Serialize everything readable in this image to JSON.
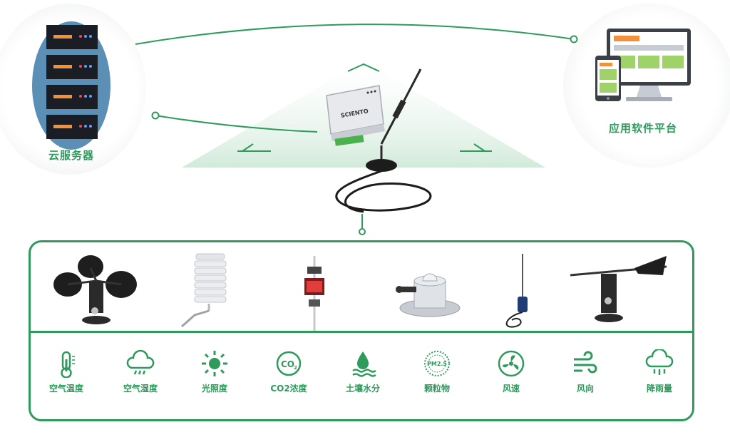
{
  "nodes": {
    "cloud_server": {
      "label": "云服务器"
    },
    "app_platform": {
      "label": "应用软件平台"
    },
    "gateway": {
      "brand": "SCIENTO"
    }
  },
  "sensors": [
    {
      "label": "空气温度",
      "icon": "thermometer-icon"
    },
    {
      "label": "空气湿度",
      "icon": "humidity-cloud-icon"
    },
    {
      "label": "光照度",
      "icon": "sun-icon"
    },
    {
      "label": "CO2浓度",
      "icon": "co2-icon",
      "icon_text": "CO",
      "icon_sub": "2"
    },
    {
      "label": "土壤水分",
      "icon": "soil-moisture-icon"
    },
    {
      "label": "颗粒物",
      "icon": "particulate-icon",
      "icon_text": "PM2.5"
    },
    {
      "label": "风速",
      "icon": "fan-icon"
    },
    {
      "label": "风向",
      "icon": "wind-icon"
    },
    {
      "label": "降雨量",
      "icon": "rain-cloud-icon"
    }
  ],
  "devices": [
    {
      "name": "anemometer"
    },
    {
      "name": "radiation-shield"
    },
    {
      "name": "weather-station-pole"
    },
    {
      "name": "light-sensor"
    },
    {
      "name": "antenna-probe"
    },
    {
      "name": "wind-vane"
    }
  ],
  "colors": {
    "accent": "#2e9a5c",
    "server_bg": "#5b8fb6",
    "server_unit": "#1b1d24",
    "orange": "#f3913a",
    "screen_green": "#9fd36a"
  }
}
